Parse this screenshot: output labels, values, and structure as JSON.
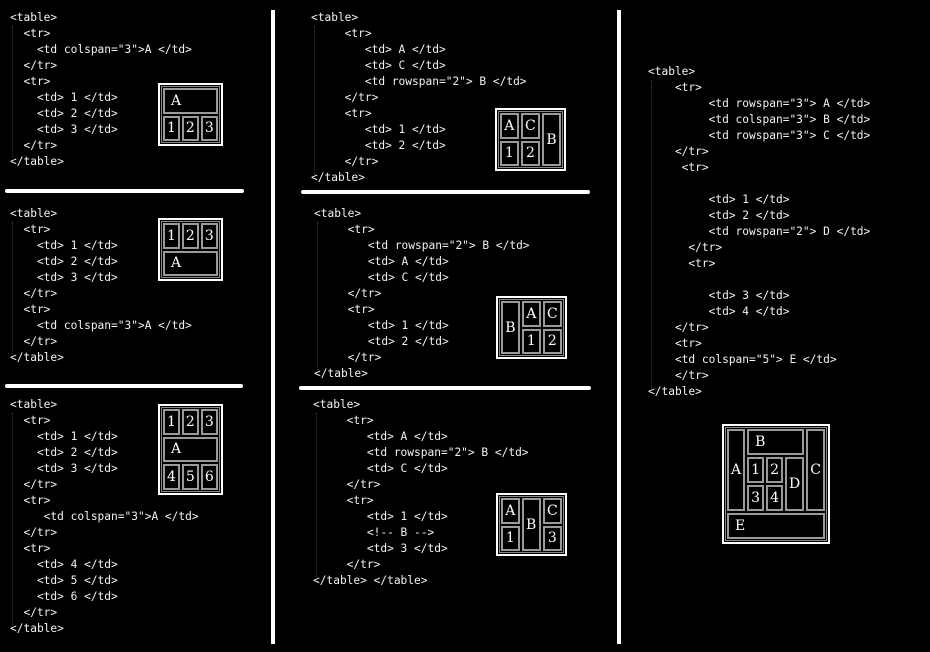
{
  "examples": [
    {
      "id": "ex1",
      "lines": [
        "<table>",
        "  <tr>",
        "    <td colspan=\"3\">A </td>",
        "  </tr>",
        "  <tr>",
        "    <td> 1 </td>",
        "    <td> 2 </td>",
        "    <td> 3 </td>",
        "  </tr>",
        "</table>"
      ],
      "demo": [
        [
          {
            "t": "A",
            "cs": 3,
            "l": 1
          }
        ],
        [
          {
            "t": "1"
          },
          {
            "t": "2"
          },
          {
            "t": "3"
          }
        ]
      ]
    },
    {
      "id": "ex2",
      "lines": [
        "<table>",
        "  <tr>",
        "    <td> 1 </td>",
        "    <td> 2 </td>",
        "    <td> 3 </td>",
        "  </tr>",
        "  <tr>",
        "    <td colspan=\"3\">A </td>",
        "  </tr>",
        "</table>"
      ],
      "demo": [
        [
          {
            "t": "1"
          },
          {
            "t": "2"
          },
          {
            "t": "3"
          }
        ],
        [
          {
            "t": "A",
            "cs": 3,
            "l": 1
          }
        ]
      ]
    },
    {
      "id": "ex3",
      "lines": [
        "<table>",
        "  <tr>",
        "    <td> 1 </td>",
        "    <td> 2 </td>",
        "    <td> 3 </td>",
        "  </tr>",
        "  <tr>",
        "     <td colspan=\"3\">A </td>",
        "  </tr>",
        "  <tr>",
        "    <td> 4 </td>",
        "    <td> 5 </td>",
        "    <td> 6 </td>",
        "  </tr>",
        "</table>"
      ],
      "demo": [
        [
          {
            "t": "1"
          },
          {
            "t": "2"
          },
          {
            "t": "3"
          }
        ],
        [
          {
            "t": "A",
            "cs": 3,
            "l": 1
          }
        ],
        [
          {
            "t": "4"
          },
          {
            "t": "5"
          },
          {
            "t": "6"
          }
        ]
      ]
    },
    {
      "id": "ex4",
      "lines": [
        "<table>",
        "     <tr>",
        "        <td> A </td>",
        "        <td> C </td>",
        "        <td rowspan=\"2\"> B </td>",
        "     </tr>",
        "     <tr>",
        "        <td> 1 </td>",
        "        <td> 2 </td>",
        "     </tr>",
        "</table>"
      ],
      "demo": [
        [
          {
            "t": "A"
          },
          {
            "t": "C"
          },
          {
            "t": "B",
            "rs": 2
          }
        ],
        [
          {
            "t": "1"
          },
          {
            "t": "2"
          }
        ]
      ]
    },
    {
      "id": "ex5",
      "lines": [
        "<table>",
        "     <tr>",
        "        <td rowspan=\"2\"> B </td>",
        "        <td> A </td>",
        "        <td> C </td>",
        "     </tr>",
        "     <tr>",
        "        <td> 1 </td>",
        "        <td> 2 </td>",
        "     </tr>",
        "</table>"
      ],
      "demo": [
        [
          {
            "t": "B",
            "rs": 2
          },
          {
            "t": "A"
          },
          {
            "t": "C"
          }
        ],
        [
          {
            "t": "1"
          },
          {
            "t": "2"
          }
        ]
      ]
    },
    {
      "id": "ex6",
      "lines": [
        "<table>",
        "     <tr>",
        "        <td> A </td>",
        "        <td rowspan=\"2\"> B </td>",
        "        <td> C </td>",
        "     </tr>",
        "     <tr>",
        "        <td> 1 </td>",
        "        <!-- B -->",
        "        <td> 3 </td>",
        "     </tr>",
        "</table> </table>"
      ],
      "demo": [
        [
          {
            "t": "A"
          },
          {
            "t": "B",
            "rs": 2
          },
          {
            "t": "C"
          }
        ],
        [
          {
            "t": "1"
          },
          {
            "t": "3"
          }
        ]
      ]
    },
    {
      "id": "ex7",
      "lines": [
        "<table>",
        "    <tr>",
        "         <td rowspan=\"3\"> A </td>",
        "         <td colspan=\"3\"> B </td>",
        "         <td rowspan=\"3\"> C </td>",
        "    </tr>",
        "     <tr>",
        "",
        "         <td> 1 </td>",
        "         <td> 2 </td>",
        "         <td rowspan=\"2\"> D </td>",
        "      </tr>",
        "      <tr>",
        "",
        "         <td> 3 </td>",
        "         <td> 4 </td>",
        "    </tr>",
        "    <tr>",
        "    <td colspan=\"5\"> E </td>",
        "    </tr>",
        "</table>"
      ],
      "demo": [
        [
          {
            "t": "A",
            "rs": 3
          },
          {
            "t": "B",
            "cs": 3,
            "l": 1
          },
          {
            "t": "C",
            "rs": 3
          }
        ],
        [
          {
            "t": "1"
          },
          {
            "t": "2"
          },
          {
            "t": "D",
            "rs": 2
          }
        ],
        [
          {
            "t": "3"
          },
          {
            "t": "4"
          }
        ],
        [
          {
            "t": "E",
            "cs": 5,
            "l": 1
          }
        ]
      ]
    }
  ]
}
